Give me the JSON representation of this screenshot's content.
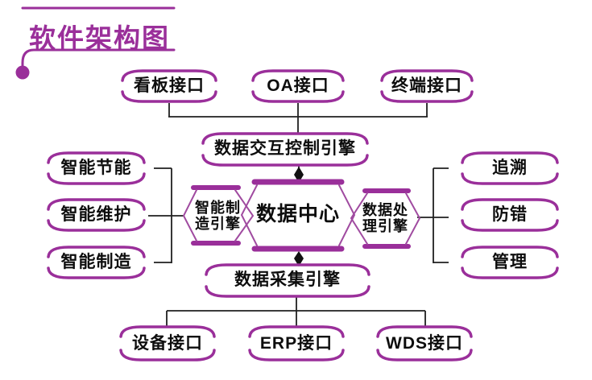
{
  "title": "软件架构图",
  "colors": {
    "accent_purple": "#9A2F9A",
    "accent_purple_light": "#A04BA0",
    "connector_black": "#1F1F1F",
    "text_black": "#0D0D0D",
    "background": "#FFFFFF"
  },
  "nodes": {
    "top_interfaces": [
      "看板接口",
      "OA接口",
      "终端接口"
    ],
    "interaction_engine": "数据交互控制引擎",
    "left_modules": [
      "智能节能",
      "智能维护",
      "智能制造"
    ],
    "manufacturing_engine": [
      "智能制",
      "造引擎"
    ],
    "data_center": "数据中心",
    "processing_engine": [
      "数据处",
      "理引擎"
    ],
    "right_modules": [
      "追溯",
      "防错",
      "管理"
    ],
    "collection_engine": "数据采集引擎",
    "bottom_interfaces": [
      "设备接口",
      "ERP接口",
      "WDS接口"
    ]
  },
  "icons": {
    "flow_arrow": "diamond-arrow"
  }
}
